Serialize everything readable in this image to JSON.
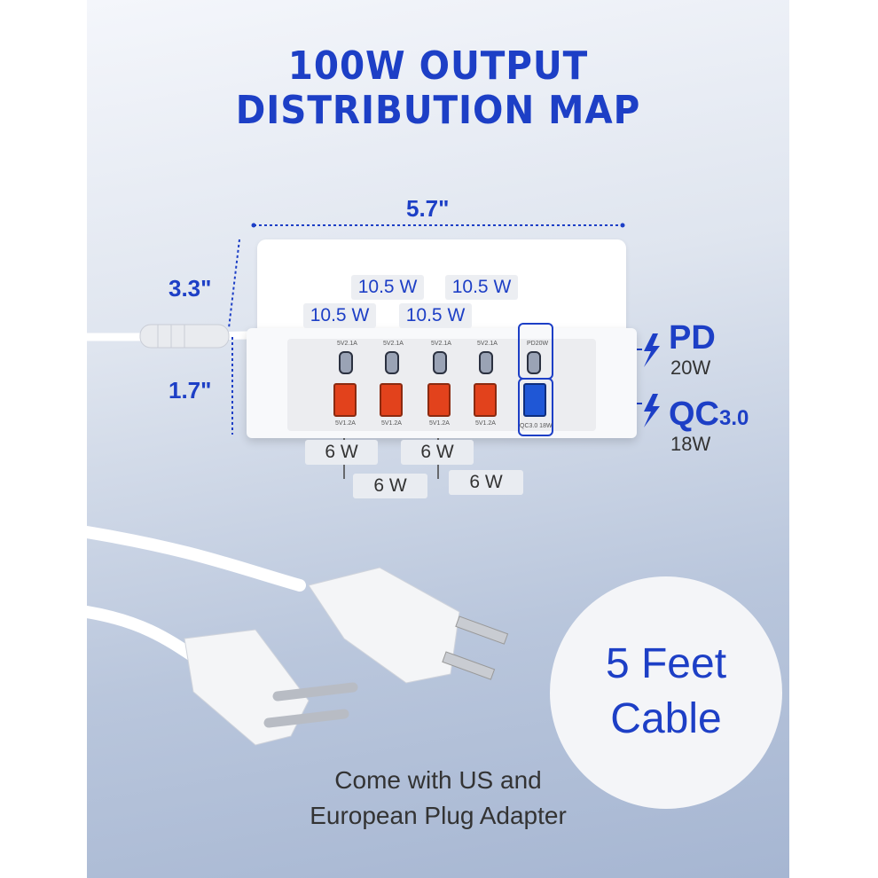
{
  "title": {
    "line1": "100W OUTPUT",
    "line2": "DISTRIBUTION MAP"
  },
  "dimensions": {
    "width": "5.7\"",
    "depth": "3.3\"",
    "height": "1.7\""
  },
  "usb_c_ports": [
    {
      "spec": "5V2.1A",
      "watt": "10.5 W"
    },
    {
      "spec": "5V2.1A",
      "watt": "10.5 W"
    },
    {
      "spec": "5V2.1A",
      "watt": "10.5 W"
    },
    {
      "spec": "5V2.1A",
      "watt": "10.5 W"
    }
  ],
  "usb_a_ports": [
    {
      "spec": "5V1.2A",
      "watt": "6 W"
    },
    {
      "spec": "5V1.2A",
      "watt": "6 W"
    },
    {
      "spec": "5V1.2A",
      "watt": "6 W"
    },
    {
      "spec": "5V1.2A",
      "watt": "6 W"
    }
  ],
  "pd_port": {
    "spec": "PD20W",
    "title": "PD",
    "watt": "20W"
  },
  "qc_port": {
    "spec": "QC3.0 18W",
    "title": "QC",
    "title_sub": "3.0",
    "watt": "18W"
  },
  "cable_badge": {
    "line1": "5 Feet",
    "line2": "Cable"
  },
  "caption": {
    "line1": "Come with US and",
    "line2": "European Plug Adapter"
  },
  "colors": {
    "accent": "#1d3fc6",
    "usb_a": "#e2421c",
    "qc": "#1f57d6"
  }
}
